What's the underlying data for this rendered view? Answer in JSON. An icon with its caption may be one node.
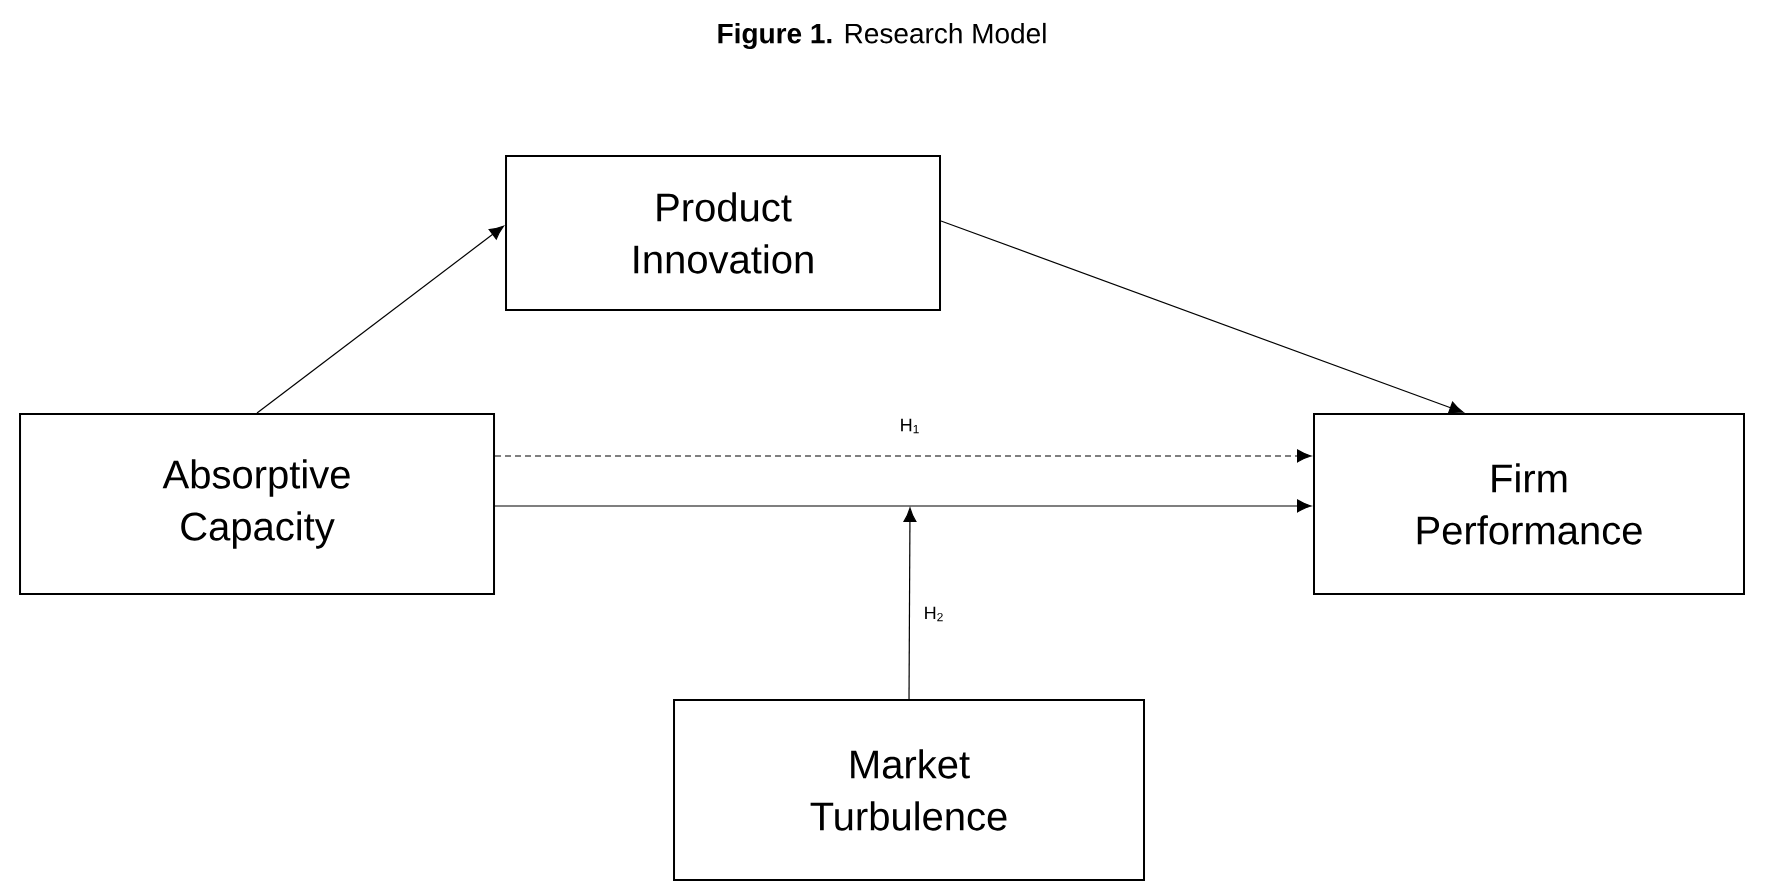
{
  "diagram": {
    "title": "**Figure 1.** Research Model",
    "nodes": [
      {
        "text": [
          "Product Innovation"
        ]
      },
      {
        "text": [
          "Absorptive Capacity"
        ]
      },
      {
        "text": [
          "Firm Performance"
        ]
      },
      {
        "text": [
          "Market Turbulence"
        ]
      }
    ],
    "edges": [
      {
        "from": 1,
        "to": 0,
        "arrow": "to"
      },
      {
        "from": 0,
        "to": 2,
        "arrow": "to"
      },
      {
        "from": 1,
        "to": 2,
        "arrow": "to",
        "label": "H$_{1}$",
        "style": "dashed"
      },
      {
        "from": 1,
        "to": 2,
        "arrow": "to"
      },
      {
        "from": 3,
        "to": null,
        "arrow": "to",
        "label": "H$_{2}$"
      }
    ]
  }
}
